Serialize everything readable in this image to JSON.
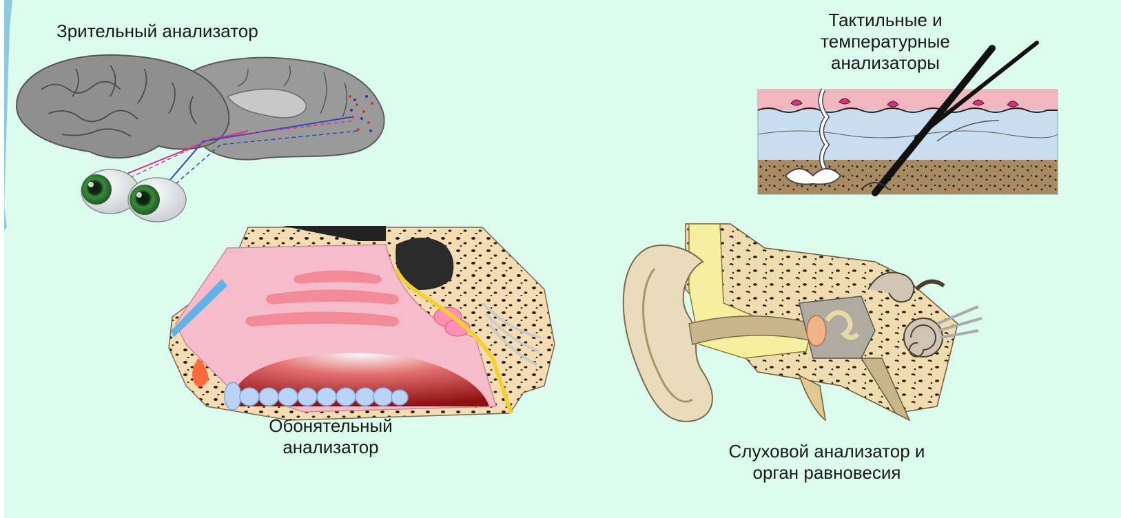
{
  "labels": {
    "visual": "Зрительный анализатор",
    "tactile": [
      "Тактильные и",
      "температурные",
      "анализаторы"
    ],
    "olfactory": [
      "Обонятельный",
      "анализатор"
    ],
    "auditory": [
      "Слуховой анализатор и",
      "орган равновесия"
    ]
  },
  "colors": {
    "background": "#dcfaee",
    "side_bar": "#8fc9de",
    "brain": "#8f8f8f",
    "skin_layer": "#f2b6c0",
    "dermis": "#c9def0",
    "subcutis": "#a88a63",
    "nasal_pink": "#f6bccb",
    "bone": "#f5dcb3",
    "ear_skin": "#e8dcbc"
  },
  "illustrations": {
    "brain_eyes": "brain-with-eyes",
    "skin": "skin-cross-section",
    "nose": "nasal-cavity-section",
    "ear": "ear-cross-section"
  }
}
